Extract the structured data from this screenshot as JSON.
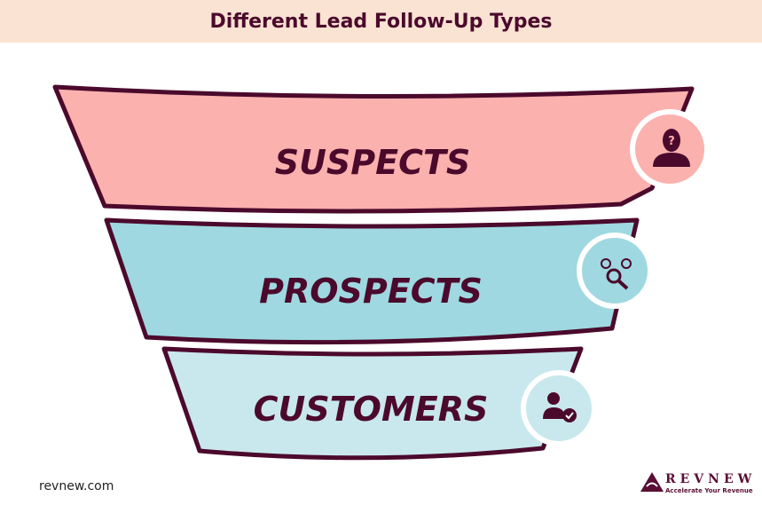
{
  "title": "Different Lead Follow-Up Types",
  "stages": [
    {
      "label": "SUSPECTS",
      "icon": "unknown-person-icon",
      "color": "#fbb1ae"
    },
    {
      "label": "PROSPECTS",
      "icon": "search-people-icon",
      "color": "#9fd8e0"
    },
    {
      "label": "CUSTOMERS",
      "icon": "verified-customer-icon",
      "color": "#c9e8ee"
    }
  ],
  "footer": {
    "site": "revnew.com",
    "brand": "REVNEW",
    "tagline": "Accelerate Your Revenue"
  },
  "colors": {
    "outline": "#4b0a2c",
    "header": "#fbe3d3"
  }
}
